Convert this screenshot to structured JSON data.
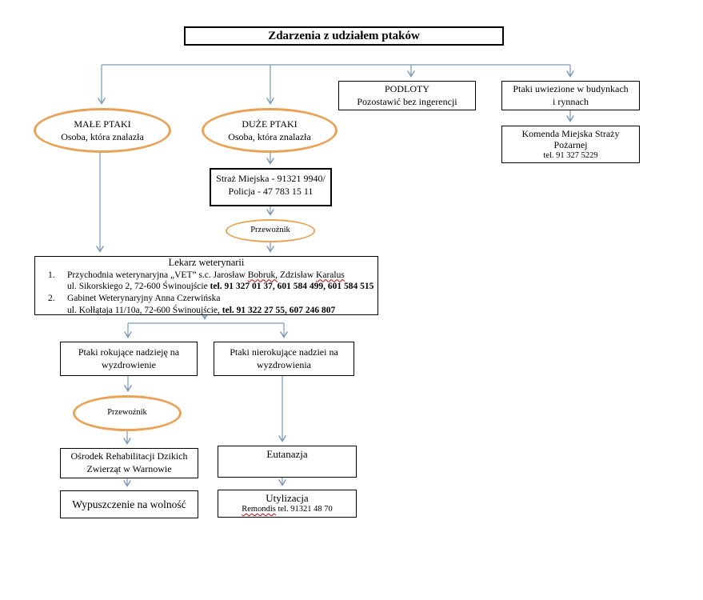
{
  "colors": {
    "line": "#7A96B4",
    "ellipse": "#EAA259",
    "squiggle": "#CC0000"
  },
  "title": "Zdarzenia z udziałem ptaków",
  "nodes": {
    "male_ptaki": {
      "line1": "MAŁE PTAKI",
      "line2": "Osoba, która znalazła"
    },
    "duze_ptaki": {
      "line1": "DUŻE PTAKI",
      "line2": "Osoba, która znalazła"
    },
    "podloty": {
      "line1": "PODLOTY",
      "line2": "Pozostawić bez ingerencji"
    },
    "uwiezione": {
      "line1": "Ptaki uwiezione w budynkach",
      "line2": "i rynnach"
    },
    "komenda": {
      "line1": "Komenda Miejska Straży",
      "line2": "Pożarnej",
      "line3": "tel. 91 327 5229"
    },
    "straz": {
      "line1": "Straż Miejska - 91321 9940/",
      "line2": "Policja - 47 783 15 11"
    },
    "przewoznik1": {
      "label": "Przewoźnik"
    },
    "lekarz": {
      "title": "Lekarz weterynarii",
      "item1_num": "1.",
      "item1_pre": "Przychodnia weterynaryjna „VET” s.c. Jarosław ",
      "item1_name1": "Bobruk,",
      "item1_mid": " Zdzisław ",
      "item1_name2": "Karalus",
      "item1_addr": "ul. Sikorskiego 2, 72-600 Świnoujście ",
      "item1_tel": "tel. 91 327 01 37, 601 584 499, 601 584 515",
      "item2_num": "2.",
      "item2_text": "Gabinet Weterynaryjny Anna Czerwińska",
      "item2_addr": "ul. Kołłątaja 11/10a, 72-600 Świnoujście, ",
      "item2_tel": "tel. 91 322 27 55, 607 246 807"
    },
    "rokujace": {
      "line1": "Ptaki rokujące nadzieję na",
      "line2": "wyzdrowienie"
    },
    "nierokujace": {
      "line1": "Ptaki nierokujące nadziei na",
      "line2": "wyzdrowienia"
    },
    "przewoznik2": {
      "label": "Przewoźnik"
    },
    "osrodek": {
      "line1": "Ośrodek Rehabilitacji Dzikich",
      "line2": "Zwierząt w Warnowie"
    },
    "wypuszczenie": {
      "label": "Wypuszczenie na wolność"
    },
    "eutanazja": {
      "label": "Eutanazja"
    },
    "utylizacja": {
      "line1": "Utylizacja",
      "line2_name": "Remondis",
      "line2_rest": " tel. 91321 48 70"
    }
  }
}
